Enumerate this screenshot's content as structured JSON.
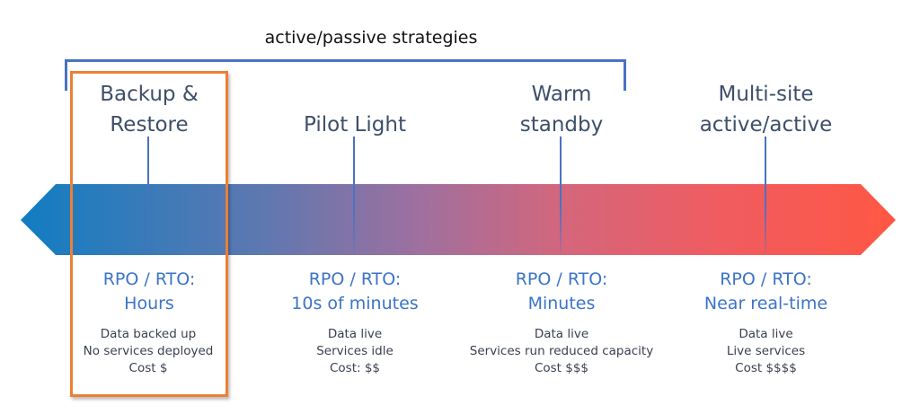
{
  "group_label": "active/passive strategies",
  "colors": {
    "bracket": "#4a72c4",
    "highlight_border": "#ec7f37",
    "gradient_start": "#117dc2",
    "gradient_mid": "#9d70a0",
    "gradient_end": "#ff5744",
    "title_text": "#3e4f6a",
    "rpo_text": "#3b74c8",
    "detail_text": "#3a4050"
  },
  "strategies": [
    {
      "title_line1": "Backup &",
      "title_line2": "Restore",
      "rpo_line1": "RPO / RTO:",
      "rpo_line2": "Hours",
      "details": [
        "Data backed up",
        "No services deployed",
        "Cost $"
      ],
      "highlighted": true
    },
    {
      "title_line1": "",
      "title_line2": "Pilot Light",
      "rpo_line1": "RPO / RTO:",
      "rpo_line2": "10s of minutes",
      "details": [
        "Data live",
        "Services idle",
        "Cost: $$"
      ],
      "highlighted": false
    },
    {
      "title_line1": "Warm",
      "title_line2": "standby",
      "rpo_line1": "RPO / RTO:",
      "rpo_line2": "Minutes",
      "details": [
        "Data live",
        "Services run reduced capacity",
        "Cost $$$"
      ],
      "highlighted": false
    },
    {
      "title_line1": "Multi-site",
      "title_line2": "active/active",
      "rpo_line1": "RPO / RTO:",
      "rpo_line2": "Near real-time",
      "details": [
        "Data live",
        "Live services",
        "Cost $$$$"
      ],
      "highlighted": false
    }
  ]
}
